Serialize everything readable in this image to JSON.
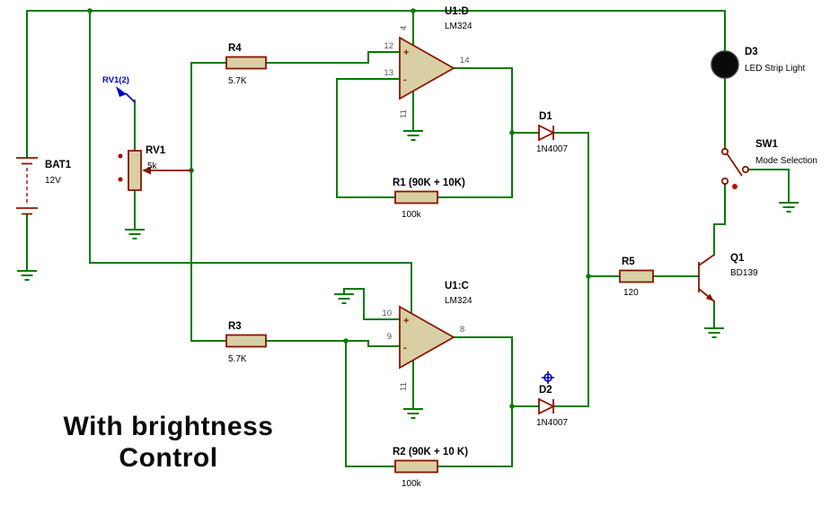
{
  "colors": {
    "wire_green": "#007c00",
    "component_maroon": "#8b1500",
    "component_fill": "#d8d0a4",
    "pin_text_gray": "#555555",
    "probe_blue": "#0000cc",
    "indicator_red": "#cc0000",
    "text_black": "#000000",
    "led_body_black": "#0a0a0a"
  },
  "caption": {
    "line1": "With brightness",
    "line2": "Control"
  },
  "components": {
    "battery": {
      "ref": "BAT1",
      "value": "12V"
    },
    "rv1": {
      "ref": "RV1",
      "value": "5k",
      "probe": "RV1(2)"
    },
    "r4": {
      "ref": "R4",
      "value": "5.7K"
    },
    "r3": {
      "ref": "R3",
      "value": "5.7K"
    },
    "r1": {
      "ref": "R1 (90K + 10K)",
      "value": "100k"
    },
    "r2": {
      "ref": "R2 (90K + 10 K)",
      "value": "100k"
    },
    "r5": {
      "ref": "R5",
      "value": "120"
    },
    "u1d": {
      "ref": "U1:D",
      "value": "LM324",
      "pin_plus": "12",
      "pin_minus": "13",
      "pin_out": "14",
      "pin_vcc": "4",
      "pin_gnd": "11",
      "plus_sign": "+",
      "minus_sign": "-"
    },
    "u1c": {
      "ref": "U1:C",
      "value": "LM324",
      "pin_plus": "10",
      "pin_minus": "9",
      "pin_out": "8",
      "pin_gnd": "11",
      "plus_sign": "+",
      "minus_sign": "-"
    },
    "d1": {
      "ref": "D1",
      "value": "1N4007"
    },
    "d2": {
      "ref": "D2",
      "value": "1N4007"
    },
    "d3": {
      "ref": "D3",
      "value": "LED Strip Light"
    },
    "sw1": {
      "ref": "SW1",
      "value": "Mode Selection"
    },
    "q1": {
      "ref": "Q1",
      "value": "BD139"
    }
  }
}
